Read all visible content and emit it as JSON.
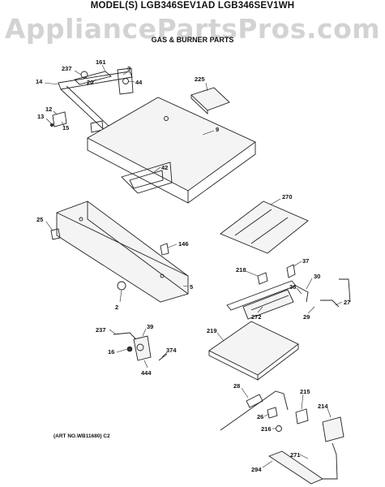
{
  "header": {
    "model_line": "MODEL(S) LGB346SEV1AD LGB346SEV1WH",
    "watermark": "AppliancePartsPros.com",
    "subtitle": "GAS & BURNER PARTS"
  },
  "art_number": "(ART NO.WB11680) C2",
  "callouts": {
    "c237a": "237",
    "c161": "161",
    "c3": "3",
    "c14": "14",
    "c20": "20",
    "c44": "44",
    "c12": "12",
    "c13": "13",
    "c15": "15",
    "c225": "225",
    "c9": "9",
    "c42": "42",
    "c270": "270",
    "c25": "25",
    "c146": "146",
    "c37": "37",
    "c218": "218",
    "c30": "30",
    "c36": "36",
    "c2": "2",
    "c5": "5",
    "c272": "272",
    "c29": "29",
    "c27": "27",
    "c237b": "237",
    "c39": "39",
    "c16": "16",
    "c219": "219",
    "c374": "374",
    "c444": "444",
    "c28": "28",
    "c215": "215",
    "c214": "214",
    "c26": "26",
    "c216": "216",
    "c271": "271",
    "c294": "294"
  }
}
